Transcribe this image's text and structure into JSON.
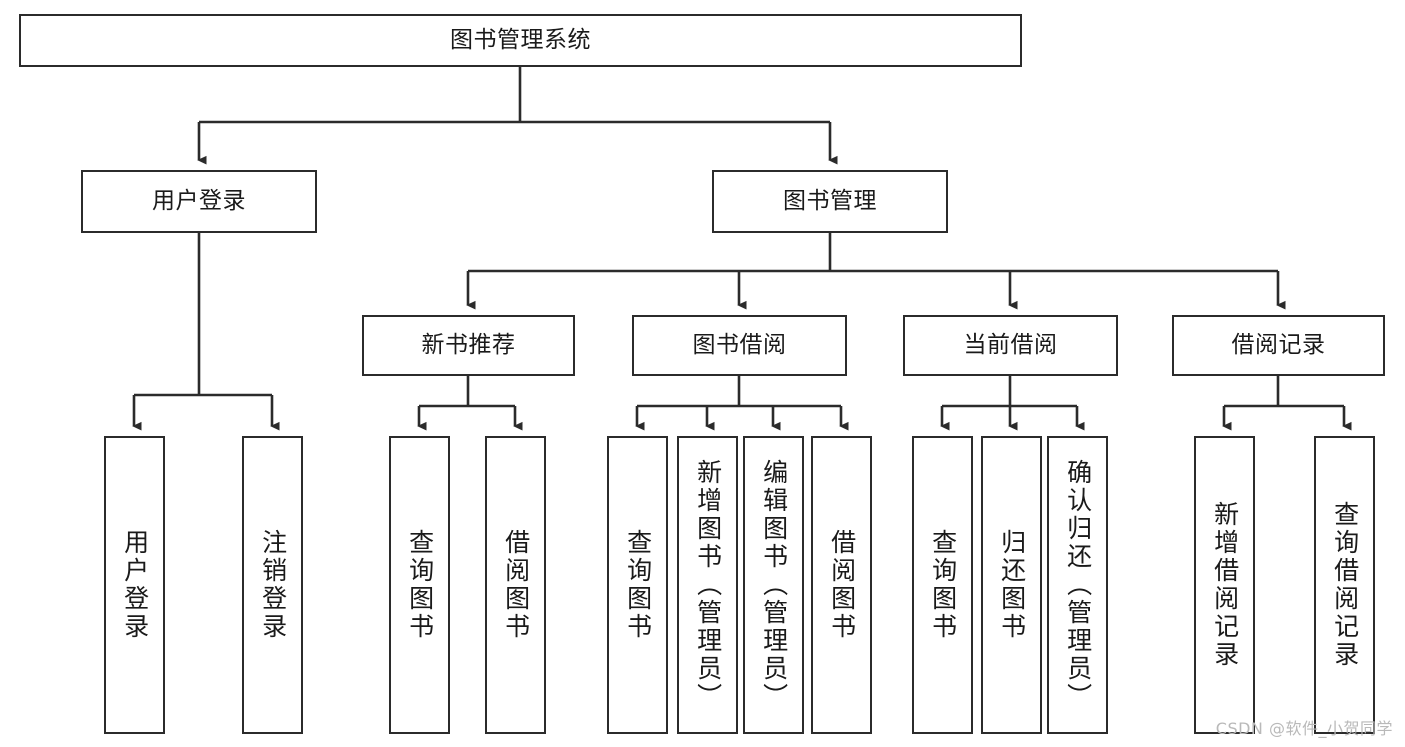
{
  "diagram": {
    "title": "图书管理系统",
    "type": "tree",
    "watermark": "CSDN @软件_小贺同学",
    "colors": {
      "stroke": "#2b2b2b",
      "fill": "#ffffff",
      "text": "#1a1a1a",
      "watermark": "#b9b9b9"
    },
    "nodes": {
      "root": {
        "label": "图书管理系统"
      },
      "level2": [
        {
          "id": "user-login",
          "label": "用户登录"
        },
        {
          "id": "book-management",
          "label": "图书管理"
        }
      ],
      "level3": [
        {
          "id": "new-book-recommend",
          "label": "新书推荐"
        },
        {
          "id": "book-borrow",
          "label": "图书借阅"
        },
        {
          "id": "current-borrow",
          "label": "当前借阅"
        },
        {
          "id": "borrow-record",
          "label": "借阅记录"
        }
      ],
      "leaves": [
        {
          "id": "leaf-user-login",
          "label": "用户登录",
          "parent": "user-login"
        },
        {
          "id": "leaf-logout",
          "label": "注销登录",
          "parent": "user-login"
        },
        {
          "id": "leaf-query-book-1",
          "label": "查询图书",
          "parent": "new-book-recommend"
        },
        {
          "id": "leaf-borrow-book-1",
          "label": "借阅图书",
          "parent": "new-book-recommend"
        },
        {
          "id": "leaf-query-book-2",
          "label": "查询图书",
          "parent": "book-borrow"
        },
        {
          "id": "leaf-add-book",
          "label": "新增图书（管理员）",
          "parent": "book-borrow"
        },
        {
          "id": "leaf-edit-book",
          "label": "编辑图书（管理员）",
          "parent": "book-borrow"
        },
        {
          "id": "leaf-borrow-book-2",
          "label": "借阅图书",
          "parent": "book-borrow"
        },
        {
          "id": "leaf-query-book-3",
          "label": "查询图书",
          "parent": "current-borrow"
        },
        {
          "id": "leaf-return-book",
          "label": "归还图书",
          "parent": "current-borrow"
        },
        {
          "id": "leaf-confirm-return",
          "label": "确认归还（管理员）",
          "parent": "current-borrow"
        },
        {
          "id": "leaf-add-record",
          "label": "新增借阅记录",
          "parent": "borrow-record"
        },
        {
          "id": "leaf-query-record",
          "label": "查询借阅记录",
          "parent": "borrow-record"
        }
      ]
    }
  }
}
